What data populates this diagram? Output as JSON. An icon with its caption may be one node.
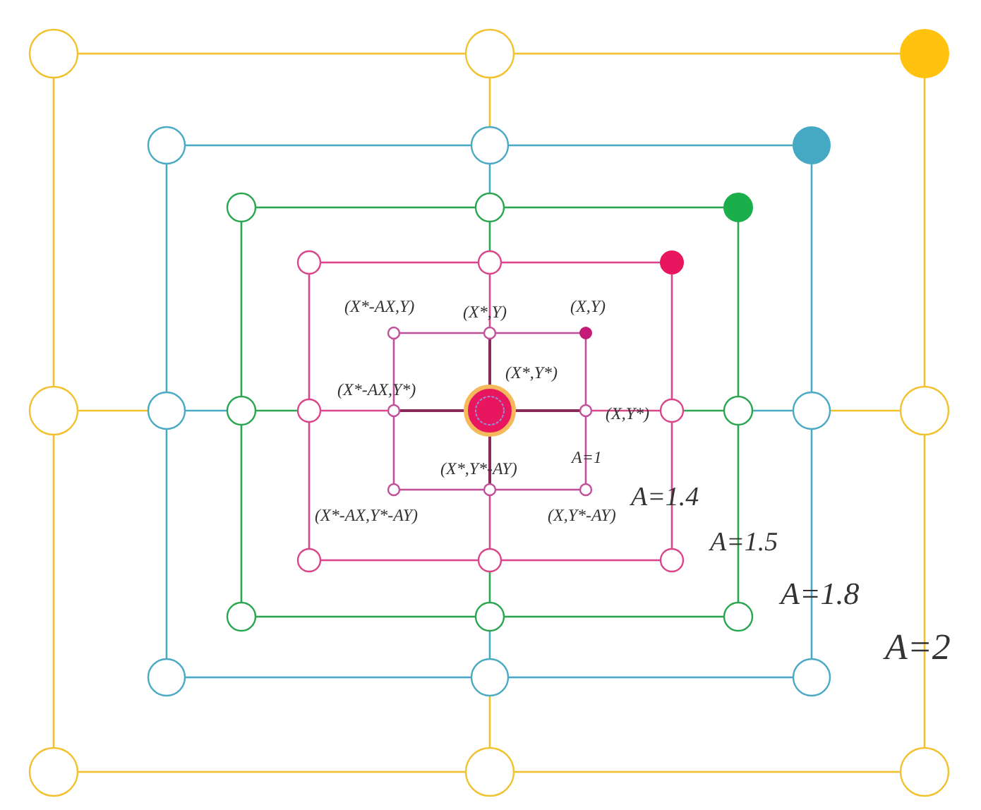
{
  "diagram": {
    "labels": [
      "(X*-AX,Y)",
      "(X*,Y)",
      "(X,Y)",
      "(X*,Y*)",
      "(X*-AX,Y*)",
      "(X,Y*)",
      "(X*,Y*-AY)",
      "A=1",
      "A=1.4",
      "(X*-AX,Y*-AY)",
      "(X,Y*-AY)",
      "A=1.5",
      "A=1.8",
      "A=2"
    ]
  }
}
